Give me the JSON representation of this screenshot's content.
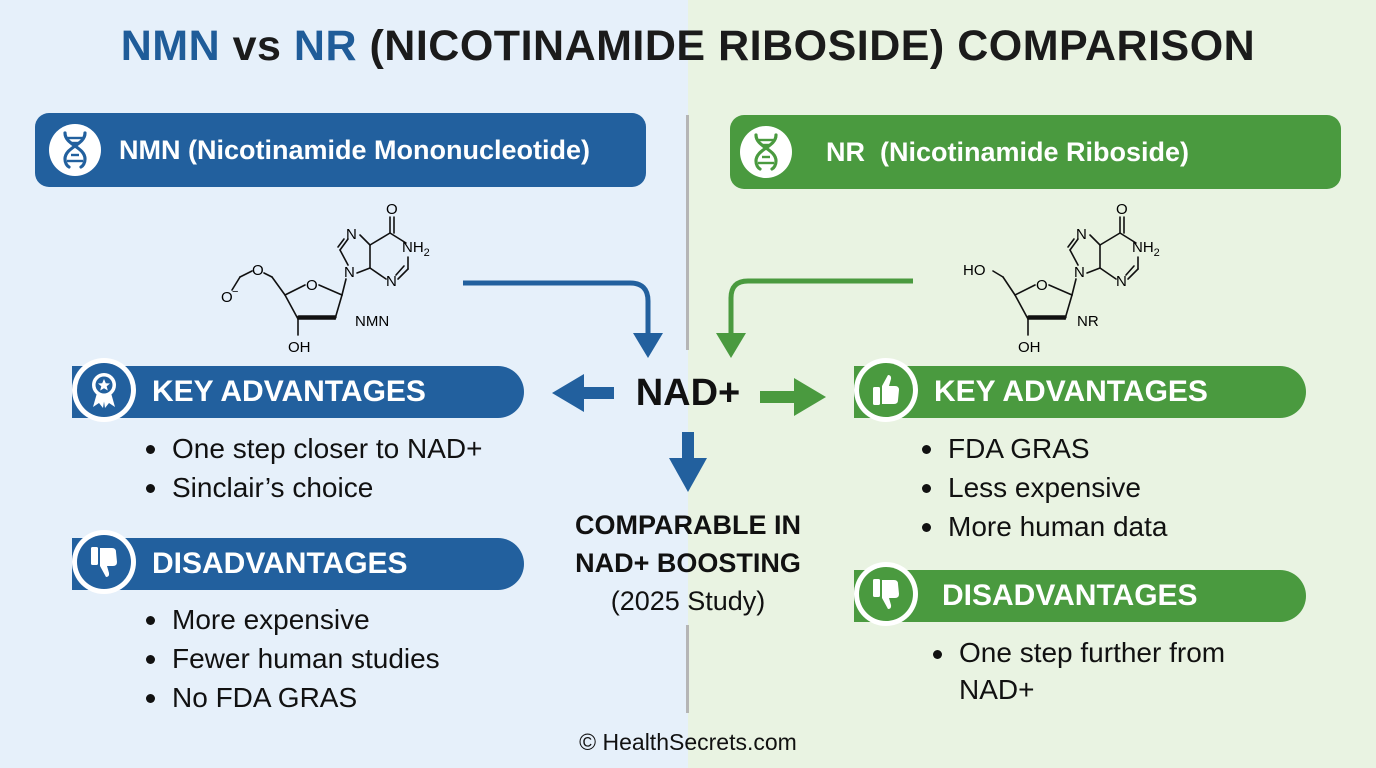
{
  "title": {
    "part1": "NMN",
    "part2": " vs ",
    "part3": "NR",
    "part4": " (NICOTINAMIDE RIBOSIDE) COMPARISON"
  },
  "colors": {
    "blue": "#22609e",
    "green": "#4a9a3f",
    "left_bg": "#e6f0fa",
    "right_bg": "#e9f3e2"
  },
  "nmn": {
    "header": "NMN (Nicotinamide Mononucleotide)",
    "header_icon": "dna-icon",
    "structure": {
      "o_top": "O",
      "n7": "N",
      "nh2": "NH",
      "nh2_sub": "2",
      "n3": "N",
      "n9": "N",
      "ring_o": "O",
      "phosphate_o": "O",
      "oh": "OH",
      "label": "NMN"
    },
    "advantages_title": "KEY ADVANTAGES",
    "advantages_icon": "award-ribbon-icon",
    "advantages": [
      "One step closer to NAD+",
      "Sinclair’s choice"
    ],
    "disadvantages_title": "DISADVANTAGES",
    "disadvantages_icon": "thumbs-down-icon",
    "disadvantages": [
      "More expensive",
      "Fewer human studies",
      "No FDA GRAS"
    ]
  },
  "nr": {
    "header": "NR  (Nicotinamide Riboside)",
    "header_icon": "dna-icon",
    "structure": {
      "o_top": "O",
      "n7": "N",
      "nh2": "NH",
      "nh2_sub": "2",
      "n3": "N",
      "n9": "N",
      "ring_o": "O",
      "ho": "HO",
      "oh": "OH",
      "label": "NR"
    },
    "advantages_title": "KEY ADVANTAGES",
    "advantages_icon": "thumbs-up-icon",
    "advantages": [
      "FDA GRAS",
      "Less expensive",
      "More human data"
    ],
    "disadvantages_title": "DISADVANTAGES",
    "disadvantages_icon": "thumbs-down-icon",
    "disadvantages": [
      "One step further from NAD+"
    ]
  },
  "center": {
    "nad": "NAD+",
    "comparison_line1": "COMPARABLE IN",
    "comparison_line2": "NAD+ BOOSTING",
    "study": "(2025 Study)"
  },
  "footer": "© HealthSecrets.com"
}
